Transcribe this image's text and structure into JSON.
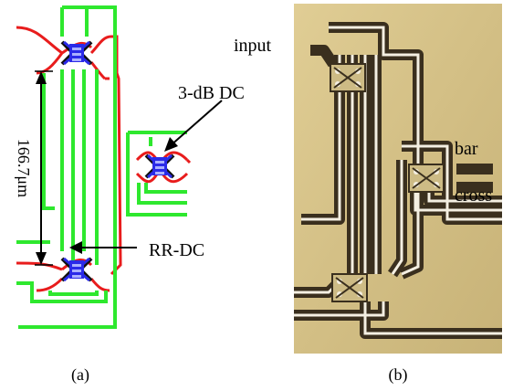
{
  "panel_a": {
    "caption": "(a)",
    "labels": {
      "dimension": "166.7μm",
      "coupler_3db": "3-dB DC",
      "coupler_rr": "RR-DC"
    }
  },
  "panel_b": {
    "caption": "(b)",
    "labels": {
      "input": "input",
      "bar": "bar",
      "cross": "cross"
    }
  },
  "colors": {
    "waveguide_green": "#2ee82e",
    "waveguide_red": "#e81c1c",
    "coupler_blue": "#2a2ae8",
    "coupler_black": "#111111",
    "chip_background": "#d8c48a",
    "chip_waveguide_dark": "#3a2f1e",
    "chip_waveguide_light": "#f4efe2"
  }
}
